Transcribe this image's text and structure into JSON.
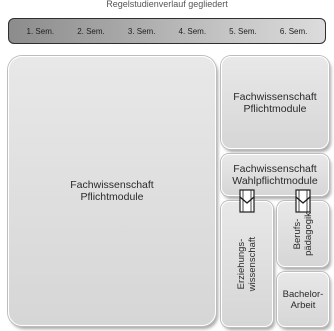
{
  "header": {
    "title": "Regelstudienverlauf gegliedert"
  },
  "semesters": [
    "1. Sem.",
    "2. Sem.",
    "3. Sem.",
    "4. Sem.",
    "5. Sem.",
    "6. Sem."
  ],
  "modules": {
    "fachwissenschaft_pflicht_large": {
      "line1": "Fachwissenschaft",
      "line2": "Pflichtmodule"
    },
    "fachwissenschaft_pflicht_small": {
      "line1": "Fachwissenschaft",
      "line2": "Pflichtmodule"
    },
    "fachwissenschaft_wahlpflicht": {
      "line1": "Fachwissenschaft",
      "line2": "Wahlpflichtmodule"
    },
    "erziehungswissenschaft": {
      "line1": "Erziehungs-",
      "line2": "wissenschaft"
    },
    "berufspaedagogik": {
      "line1": "Berufs-",
      "line2": "pädagogik"
    },
    "bachelorarbeit": {
      "line1": "Bachelor-",
      "line2": "Arbeit"
    }
  },
  "colors": {
    "box_fill": "#dcdcdc",
    "box_border": "#ffffff",
    "bar_border": "#2f2f2f",
    "text": "#2a2a2a"
  }
}
